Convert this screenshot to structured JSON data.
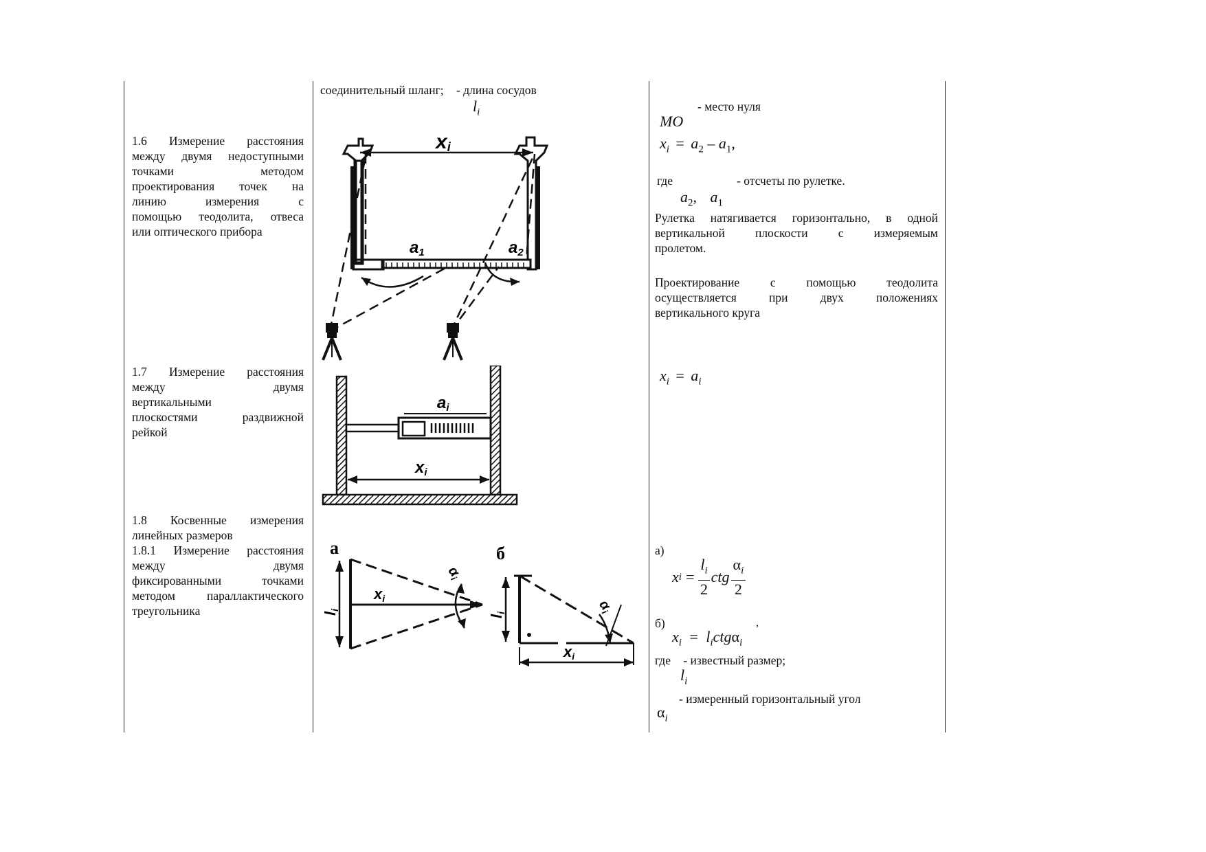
{
  "col2": {
    "hose_caption": "соединительный шланг;",
    "vessel_len": "- длина сосудов",
    "vessel_var": "l",
    "vessel_sub": "i"
  },
  "row16": {
    "desc": [
      "1.6 Измерение расстояния",
      "между двумя недоступными",
      "точками методом",
      "проектирования точек на",
      "линию измерения с",
      "помощью теодолита, отвеса",
      "или оптического прибора"
    ],
    "fig_label_top": "x",
    "fig_label_top_sub": "i",
    "fig_label_a1": "a",
    "fig_label_a1_sub": "1",
    "fig_label_a2": "a",
    "fig_label_a2_sub": "2",
    "mo_label": "МО",
    "mo_text": "- место нуля",
    "formula": {
      "lhs": "x",
      "lhs_sub": "i",
      "eq": "=",
      "a2": "a",
      "a2_sub": "2",
      "minus": "–",
      "a1": "a",
      "a1_sub": "1",
      "comma": ","
    },
    "where": "где",
    "readings_text": "- отсчеты по рулетке.",
    "readings_vars": {
      "a2": "a",
      "a2_sub": "2",
      "sep": ",",
      "a1": "a",
      "a1_sub": "1"
    },
    "tape_text": [
      "Рулетка натягивается горизонтально, в одной",
      "вертикальной плоскости с измеряемым",
      "пролетом."
    ],
    "proj_text": [
      "Проектирование с помощью теодолита",
      "осуществляется при двух положениях",
      "вертикального круга"
    ]
  },
  "row17": {
    "desc": [
      "1.7 Измерение расстояния",
      "между двумя",
      "вертикальными",
      "плоскостями раздвижной",
      "рейкой"
    ],
    "fig_label_a": "a",
    "fig_label_a_sub": "i",
    "fig_label_x": "x",
    "fig_label_x_sub": "i",
    "formula": {
      "lhs": "x",
      "lhs_sub": "i",
      "eq": "=",
      "rhs": "a",
      "rhs_sub": "i"
    }
  },
  "row18": {
    "desc": [
      "1.8 Косвенные измерения",
      "линейных размеров",
      "1.8.1 Измерение расстояния",
      "между двумя",
      "фиксированными точками",
      "методом параллактического",
      "треугольника"
    ],
    "fig_tag_a": "а",
    "fig_tag_b": "б",
    "fig_l": "l",
    "fig_l_sub": "i",
    "fig_x": "x",
    "fig_x_sub": "i",
    "fig_alpha": "α",
    "fig_alpha_sub": "i",
    "case_a": "а)",
    "case_b": "б)",
    "formula_a": {
      "lhs": "x",
      "lhs_sub": "i",
      "eq": "=",
      "num1": "l",
      "num1_sub": "i",
      "den1": "2",
      "fn": "ctg",
      "num2": "α",
      "num2_sub": "i",
      "den2": "2"
    },
    "formula_b": {
      "lhs": "x",
      "lhs_sub": "i",
      "eq": "=",
      "l": "l",
      "l_sub": "i",
      "fn": "ctg",
      "alpha": "α",
      "alpha_sub": "i",
      "comma": ","
    },
    "where": "где",
    "li_text": "- известный размер;",
    "li_var": "l",
    "li_sub": "i",
    "alpha_text": "- измеренный горизонтальный угол",
    "alpha_var": "α",
    "alpha_sub": "i"
  }
}
